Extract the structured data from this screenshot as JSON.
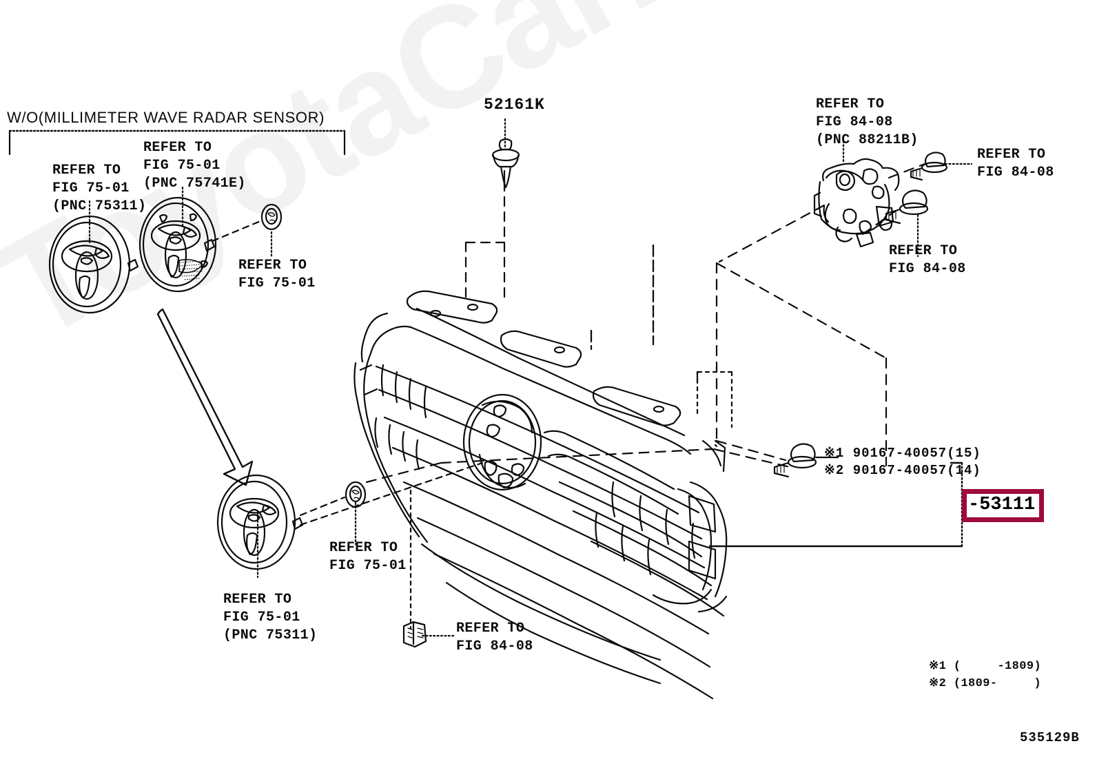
{
  "diagram": {
    "id_code": "535129B",
    "watermark_text": "ToyotaCarMinsk.ru",
    "accent_color": "#9e0b3b",
    "line_color": "#0b0b0b",
    "background": "#ffffff"
  },
  "group_header": {
    "text": "W/O(MILLIMETER WAVE RADAR SENSOR)"
  },
  "labels": {
    "emblem_left": "REFER TO\nFIG 75-01\n(PNC 75311)",
    "emblem_mid": "REFER TO\nFIG 75-01\n(PNC 75741E)",
    "grommet_upper": "REFER TO\nFIG 75-01",
    "clip_top": "52161K",
    "radar_bracket": "REFER TO\nFIG 84-08\n(PNC 88211B)",
    "bolt_upper_right": "REFER TO\nFIG 84-08",
    "bolt_lower_right": "REFER TO\nFIG 84-08",
    "emblem_lower": "REFER TO\nFIG 75-01\n(PNC 75311)",
    "grommet_lower": "REFER TO\nFIG 75-01",
    "clip_bottom": "REFER TO\nFIG 84-08",
    "screw_note_1": "※1 90167-40057(15)",
    "screw_note_2": "※2 90167-40057(14)",
    "part_number_boxed": "-53111"
  },
  "footnotes": {
    "note_1": "※1 (     -1809)",
    "note_2": "※2 (1809-     )"
  }
}
